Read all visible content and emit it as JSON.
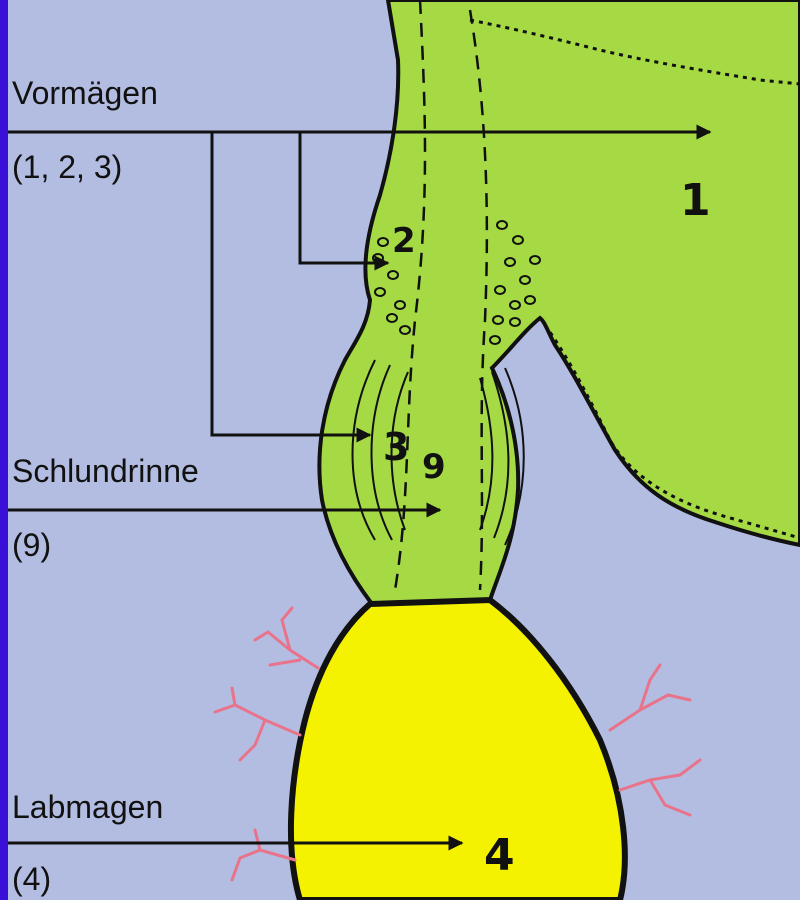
{
  "colors": {
    "background": "#b3bde1",
    "frame": "#3a10d8",
    "forestomach": "#a5da45",
    "abomasum": "#f4f200",
    "outline": "#111111",
    "vessels": "#e8738a"
  },
  "labels": [
    {
      "text": "Vormägen",
      "numbers": "(1, 2, 3)"
    },
    {
      "text": "Schlundrinne",
      "numbers": "(9)"
    },
    {
      "text": "Labmagen",
      "numbers": "(4)"
    }
  ],
  "parts": {
    "rumen": "1",
    "reticulum": "2",
    "omasum": "3",
    "abomasum": "4",
    "groove": "9"
  }
}
